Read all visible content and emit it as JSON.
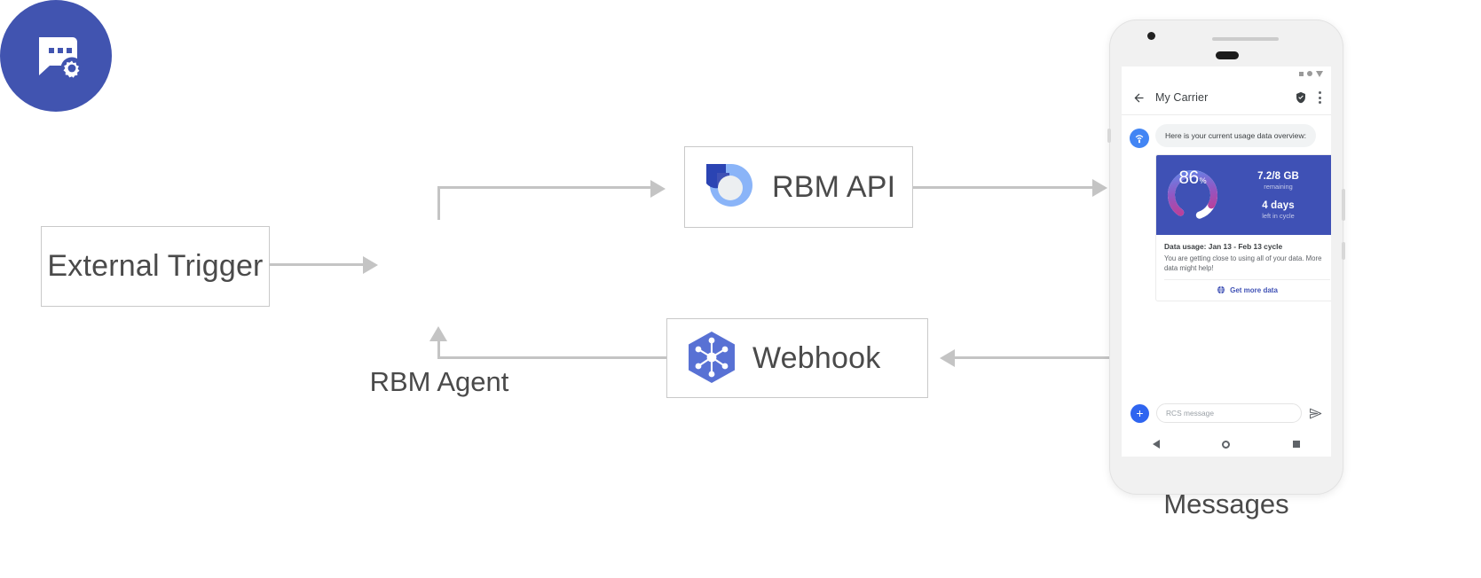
{
  "diagram": {
    "external_trigger": {
      "label": "External Trigger"
    },
    "rbm_agent": {
      "label": "RBM Agent",
      "icon": "chat-gear-icon",
      "color": "#4154b0"
    },
    "rbm_api": {
      "label": "RBM API",
      "icon": "rbm-logo-icon"
    },
    "webhook": {
      "label": "Webhook",
      "icon": "webhook-hexagon-icon"
    },
    "messages": {
      "label": "Messages"
    },
    "arrow_color": "#c4c4c4"
  },
  "phone": {
    "status_bar": {
      "icons": [
        "square-icon",
        "circle-icon",
        "triangle-down-icon"
      ]
    },
    "app_bar": {
      "back_icon": "back-arrow-icon",
      "title": "My Carrier",
      "verified_icon": "verified-shield-icon",
      "menu_icon": "kebab-menu-icon"
    },
    "conversation": {
      "avatar_icon": "broadcast-tower-icon",
      "bubble_text": "Here is your current usage data overview:",
      "card": {
        "gauge": {
          "value": "86",
          "symbol": "%",
          "percent": 86,
          "color_start": "#5b8def",
          "color_mid": "#8e5fc0",
          "color_end": "#d6307f",
          "track": "#ffffff"
        },
        "stats": [
          {
            "value": "7.2/8 GB",
            "sub": "remaining"
          },
          {
            "value": "4 days",
            "sub": "left in cycle"
          }
        ],
        "title": "Data usage: Jan 13 - Feb 13 cycle",
        "description": "You are getting close to using all of your data. More data might help!",
        "action_label": "Get more data",
        "action_icon": "globe-icon",
        "hero_bg": "#3f51b5"
      }
    },
    "composer": {
      "plus_icon": "plus-icon",
      "placeholder": "RCS message",
      "send_icon": "send-icon"
    },
    "nav_bar": {
      "icons": [
        "nav-back-icon",
        "nav-home-icon",
        "nav-recents-icon"
      ]
    }
  }
}
